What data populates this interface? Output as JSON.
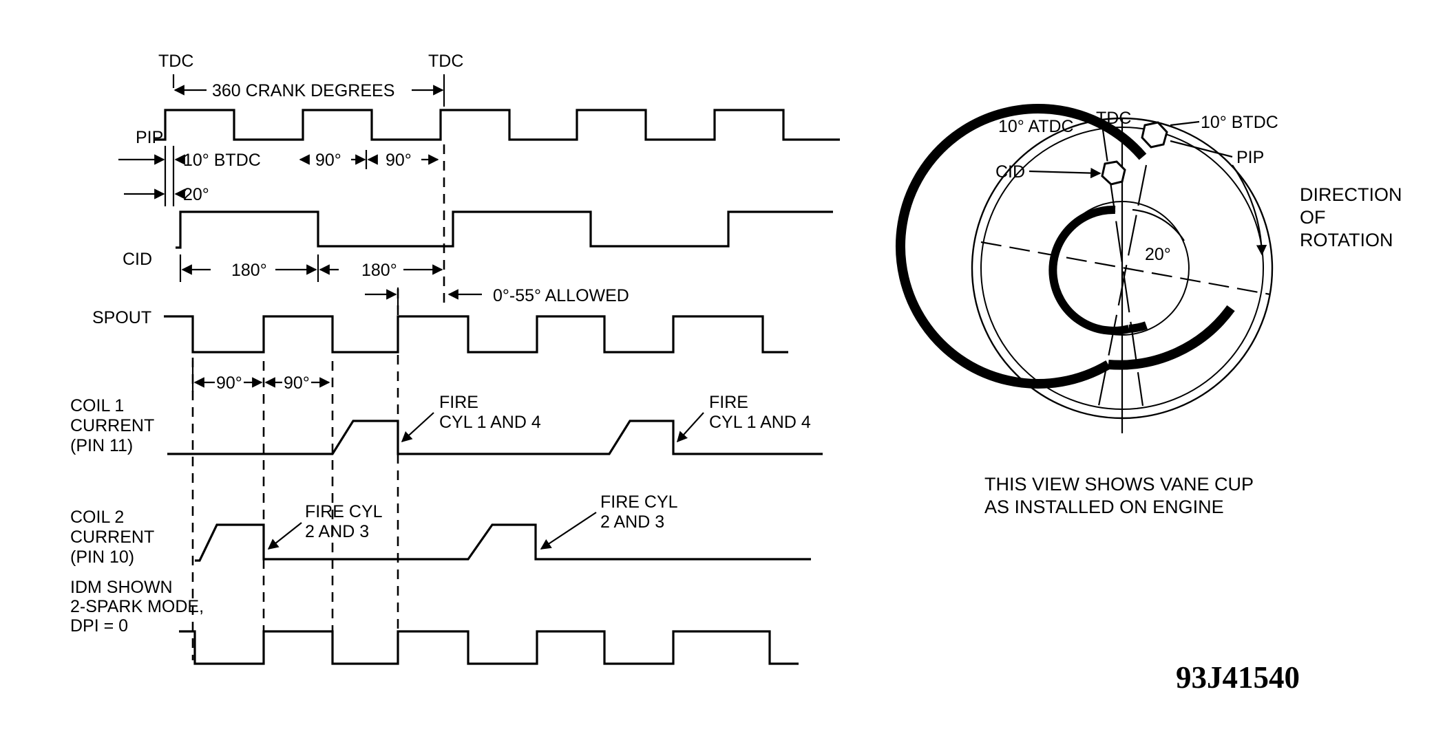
{
  "timing_diagram": {
    "tdc_left": "TDC",
    "tdc_right": "TDC",
    "crank_degrees": "360 CRANK DEGREES",
    "pip_label": "PIP",
    "btdc_10": "10° BTDC",
    "deg_90_a": "90°",
    "deg_90_b": "90°",
    "deg_20": "20°",
    "cid_label": "CID",
    "deg_180_a": "180°",
    "deg_180_b": "180°",
    "allowed": "0°-55° ALLOWED",
    "spout_label": "SPOUT",
    "spout_90_a": "90°",
    "spout_90_b": "90°",
    "coil1_label": [
      "COIL 1",
      "CURRENT",
      "(PIN 11)"
    ],
    "fire_1_4_a": [
      "FIRE",
      "CYL 1 AND 4"
    ],
    "fire_1_4_b": [
      "FIRE",
      "CYL 1 AND 4"
    ],
    "coil2_label": [
      "COIL 2",
      "CURRENT",
      "(PIN 10)"
    ],
    "fire_2_3_a": [
      "FIRE CYL",
      "2 AND 3"
    ],
    "fire_2_3_b": [
      "FIRE CYL",
      "2 AND 3"
    ],
    "idm_label": [
      "IDM SHOWN",
      "2-SPARK MODE,",
      "DPI = 0"
    ]
  },
  "vane_cup": {
    "atdc_10": "10° ATDC",
    "tdc": "TDC",
    "btdc_10": "10° BTDC",
    "pip": "PIP",
    "cid": "CID",
    "deg_20": "20°",
    "direction": [
      "DIRECTION",
      "OF",
      "ROTATION"
    ],
    "caption": [
      "THIS VIEW SHOWS VANE CUP",
      "AS INSTALLED ON ENGINE"
    ]
  },
  "figure_code": "93J41540"
}
